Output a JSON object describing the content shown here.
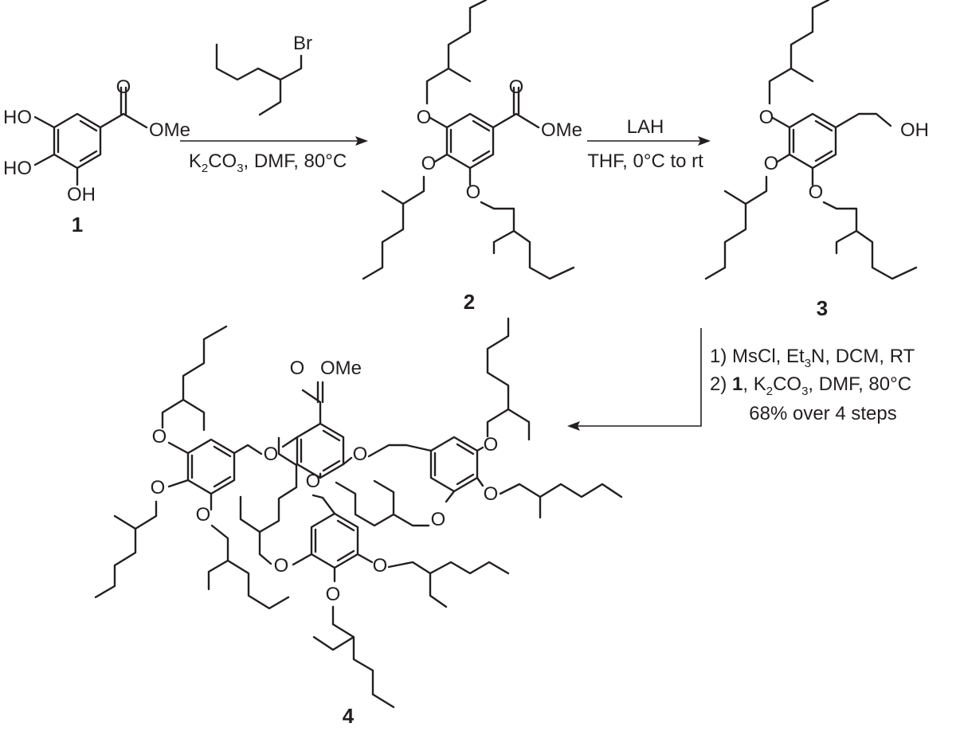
{
  "atoms": {
    "oh": "OH",
    "ho": "HO",
    "o": "O",
    "ome": "OMe",
    "br": "Br"
  },
  "compounds": [
    "1",
    "2",
    "3",
    "4"
  ],
  "step1": {
    "line_parts": [
      "K",
      "2",
      "CO",
      "3",
      ", DMF, 80°C"
    ]
  },
  "step2": {
    "reagent": "LAH",
    "conditions": "THF, 0°C to rt"
  },
  "step3": {
    "line1_parts": [
      "1) MsCl, Et",
      "3",
      "N, DCM, RT"
    ],
    "line2_parts": [
      "2) ",
      "1",
      ", K",
      "2",
      "CO",
      "3",
      ", DMF, 80°C"
    ],
    "line3": "68% over 4 steps"
  }
}
